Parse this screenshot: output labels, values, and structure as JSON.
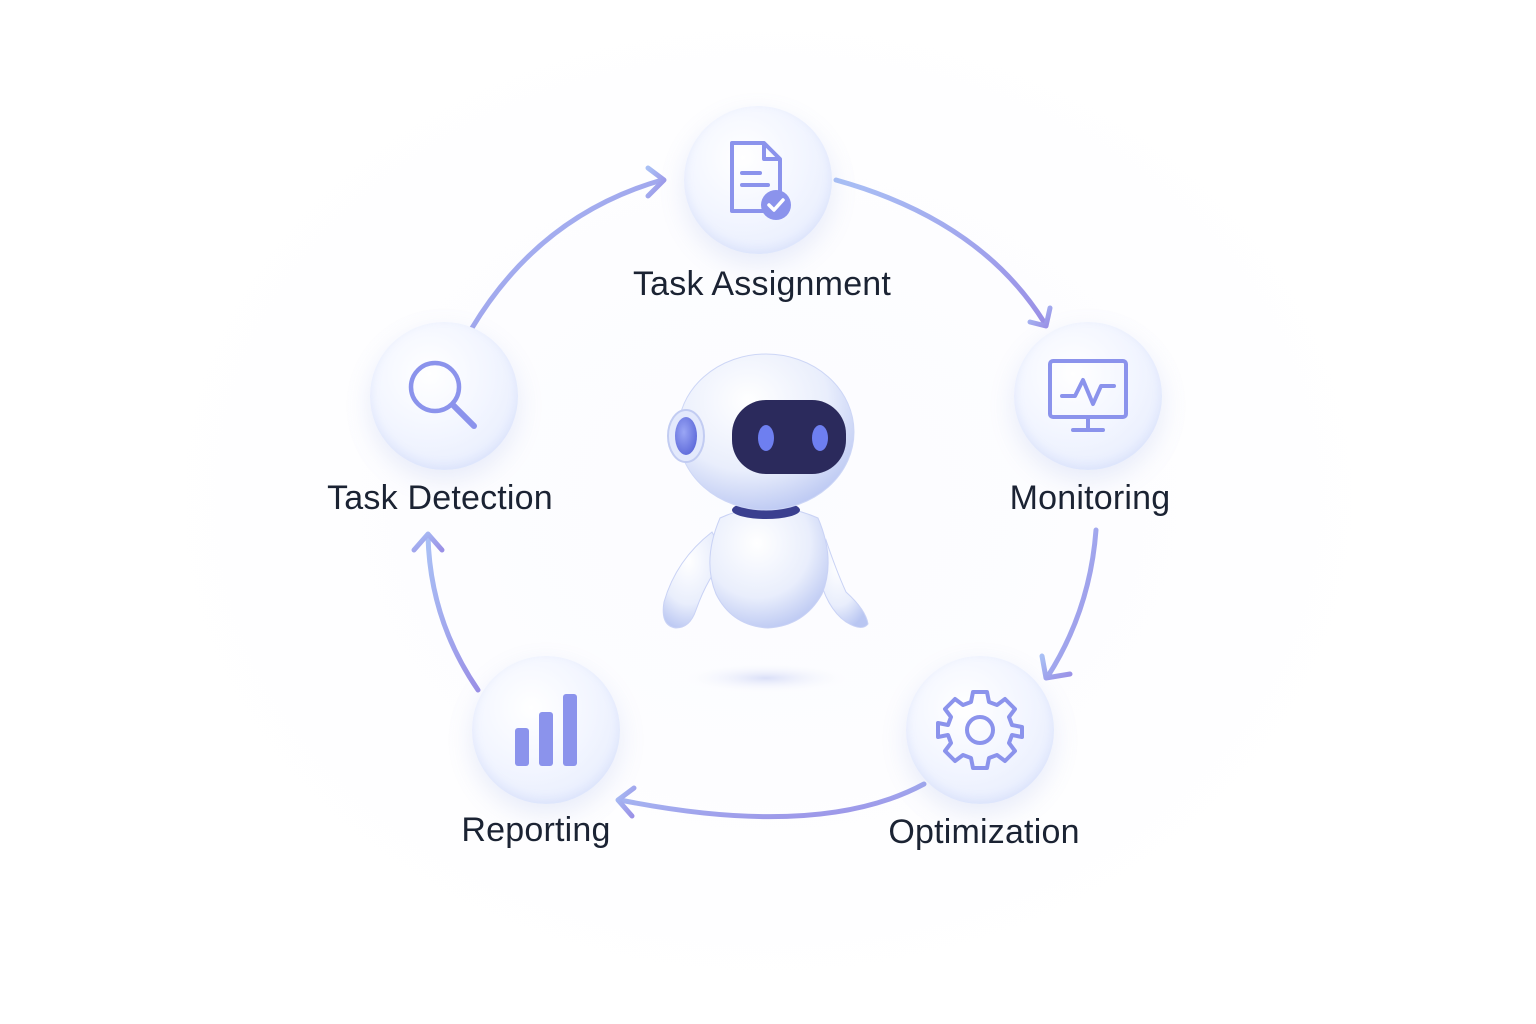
{
  "diagram": {
    "steps": [
      {
        "id": "task-assignment",
        "label": "Task Assignment",
        "icon": "document-check-icon"
      },
      {
        "id": "monitoring",
        "label": "Monitoring",
        "icon": "monitor-chart-icon"
      },
      {
        "id": "optimization",
        "label": "Optimization",
        "icon": "gear-icon"
      },
      {
        "id": "reporting",
        "label": "Reporting",
        "icon": "bar-chart-icon"
      },
      {
        "id": "task-detection",
        "label": "Task Detection",
        "icon": "search-icon"
      }
    ],
    "center": {
      "icon": "robot-icon"
    },
    "colors": {
      "accent": "#8b93ec",
      "arrow_start": "#a9c0f5",
      "arrow_end": "#9a8fe6",
      "label": "#1b2333",
      "robot_visor": "#2b2a5c",
      "robot_eye": "#6e7ff0"
    }
  }
}
